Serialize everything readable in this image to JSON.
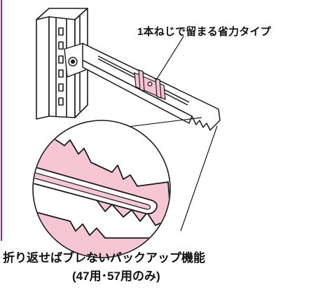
{
  "callout": {
    "top_label": "1本ねじで留まる省力タイプ"
  },
  "caption": {
    "line1": "折り返せばブレないバックアップ機能",
    "line2": "(47用･57用のみ)"
  },
  "colors": {
    "highlight_pink": "#f6c6d4",
    "outline": "#1a1a1a",
    "border_magenta": "#b0207a"
  },
  "icons": {
    "bracket": "bracket-illustration",
    "zoom": "magnifier-circle"
  }
}
